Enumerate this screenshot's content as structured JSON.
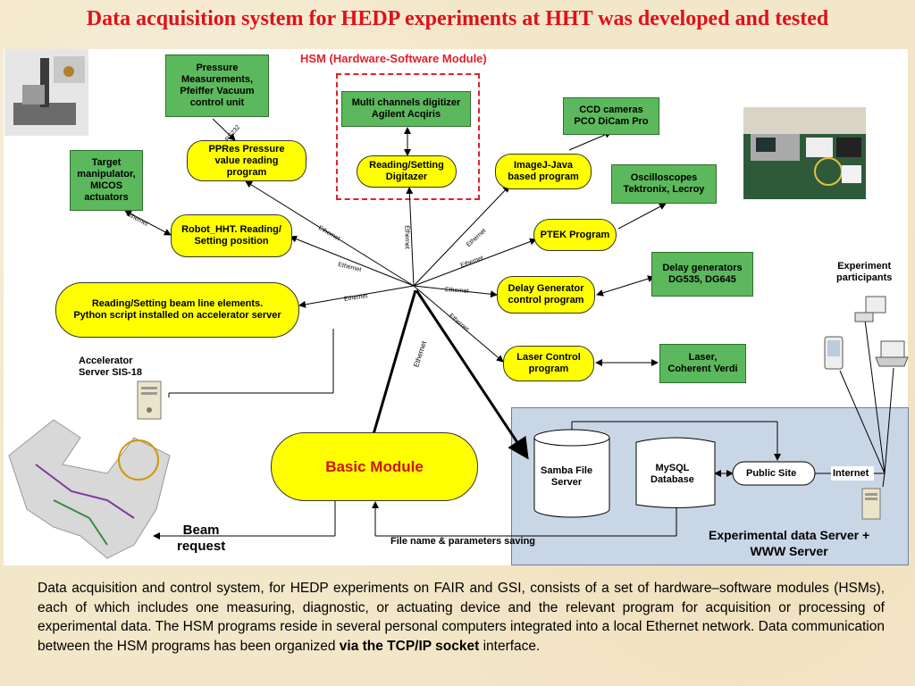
{
  "title": "Data acquisition system for HEDP experiments at HHT was developed and tested",
  "hsm_label": "HSM (Hardware-Software Module)",
  "green_boxes": {
    "pressure": "Pressure\nMeasurements,\nPfeiffer Vacuum\ncontrol unit",
    "target": "Target\nmanipulator,\nMICOS\nactuators",
    "digitizer": "Multi channels digitizer\nAgilent Acqiris",
    "ccd": "CCD cameras\nPCO DiCam Pro",
    "oscilloscopes": "Oscilloscopes\nTektronix, Lecroy",
    "delay_gen": "Delay generators\nDG535, DG645",
    "laser": "Laser,\nCoherent Verdi"
  },
  "yellow_boxes": {
    "ppres": "PPRes Pressure\nvalue reading\nprogram",
    "robot": "Robot_HHT. Reading/\nSetting position",
    "beamline": "Reading/Setting beam line elements.\nPython script installed on accelerator server",
    "reading_digitizer": "Reading/Setting\nDigitazer",
    "imagej": "ImageJ-Java\nbased program",
    "ptek": "PTEK Program",
    "delay_program": "Delay Generator\ncontrol program",
    "laser_program": "Laser Control\nprogram"
  },
  "basic_module": "Basic Module",
  "labels": {
    "rs232": "RS232",
    "ethernet": "Ethernet",
    "accelerator": "Accelerator\nServer SIS-18",
    "beam_request": "Beam\nrequest",
    "file_saving": "File name & parameters saving",
    "samba": "Samba File\nServer",
    "mysql": "MySQL\nDatabase",
    "public_site": "Public Site",
    "internet": "Internet",
    "server_title": "Experimental data Server +\nWWW Server",
    "participants": "Experiment\nparticipants"
  },
  "description": "Data acquisition and control system, for HEDP experiments on FAIR and GSI, consists of a set of hardware–software modules (HSMs), each of which includes one measuring, diagnostic, or actuating device and the relevant program for acquisition or processing of experimental data. The HSM programs reside in several personal computers integrated into a local Ethernet network. Data communication between the HSM programs has been organized ",
  "description_bold": "via the TCP/IP socket",
  "description_end": " interface.",
  "colors": {
    "title": "#e0101a",
    "green_box": "#5cb85c",
    "yellow_box": "#ffff00",
    "basic_text": "#d01010",
    "server_area": "#c9d6e6"
  },
  "icons": [
    "robot-photo",
    "lab-photo",
    "accelerator-map",
    "server-icon",
    "laptop-icon",
    "computer-icon",
    "pda-icon"
  ]
}
